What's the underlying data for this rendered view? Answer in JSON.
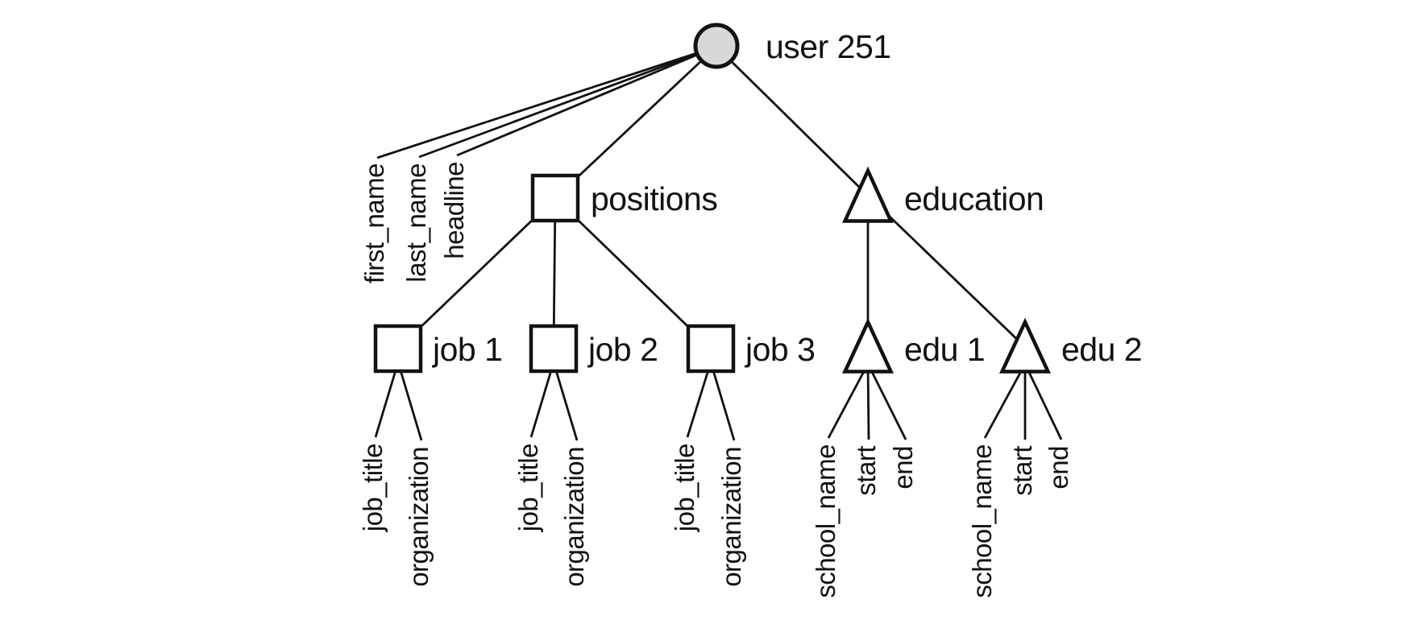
{
  "figure": {
    "colors": {
      "stroke": "#121212",
      "text": "#121212",
      "root_fill": "#d8d8d8",
      "node_fill": "#ffffff",
      "background": "#ffffff"
    }
  },
  "tree": {
    "root": {
      "label": "user 251",
      "shape": "circle",
      "attributes": [
        "first_name",
        "last_name",
        "headline"
      ]
    },
    "branches": [
      {
        "label": "positions",
        "shape": "square",
        "children": [
          {
            "label": "job 1",
            "shape": "square",
            "attributes": [
              "job_title",
              "organization"
            ]
          },
          {
            "label": "job 2",
            "shape": "square",
            "attributes": [
              "job_title",
              "organization"
            ]
          },
          {
            "label": "job 3",
            "shape": "square",
            "attributes": [
              "job_title",
              "organization"
            ]
          }
        ]
      },
      {
        "label": "education",
        "shape": "triangle",
        "children": [
          {
            "label": "edu 1",
            "shape": "triangle",
            "attributes": [
              "school_name",
              "start",
              "end"
            ]
          },
          {
            "label": "edu 2",
            "shape": "triangle",
            "attributes": [
              "school_name",
              "start",
              "end"
            ]
          }
        ]
      }
    ]
  }
}
